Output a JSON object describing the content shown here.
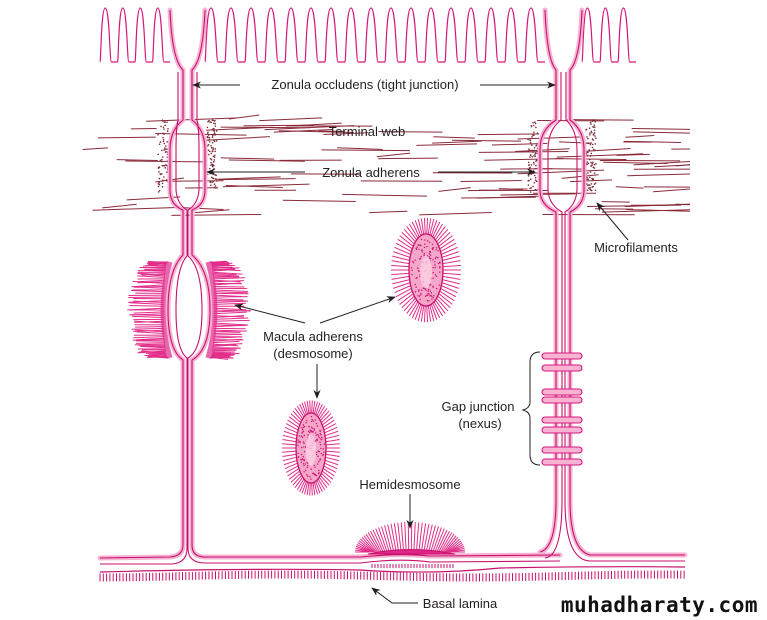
{
  "figure": {
    "type": "schematic of intercellular junctions between two epithelial cells",
    "colors": {
      "membrane": "#d6177a",
      "membrane_fill": "#f7b3d3",
      "filaments": "#8a2a3a",
      "label_text": "#231f20",
      "watermark": "#111111"
    }
  },
  "labels": {
    "zonula_occludens": "Zonula occludens (tight junction)",
    "terminal_web": "Terminal web",
    "zonula_adherens": "Zonula adherens",
    "microfilaments": "Microfilaments",
    "macula_adherens_line1": "Macula adherens",
    "macula_adherens_line2": "(desmosome)",
    "gap_junction_line1": "Gap junction",
    "gap_junction_line2": "(nexus)",
    "hemidesmosome": "Hemidesmosome",
    "basal_lamina": "Basal lamina"
  },
  "watermark": "muhadharaty.com"
}
